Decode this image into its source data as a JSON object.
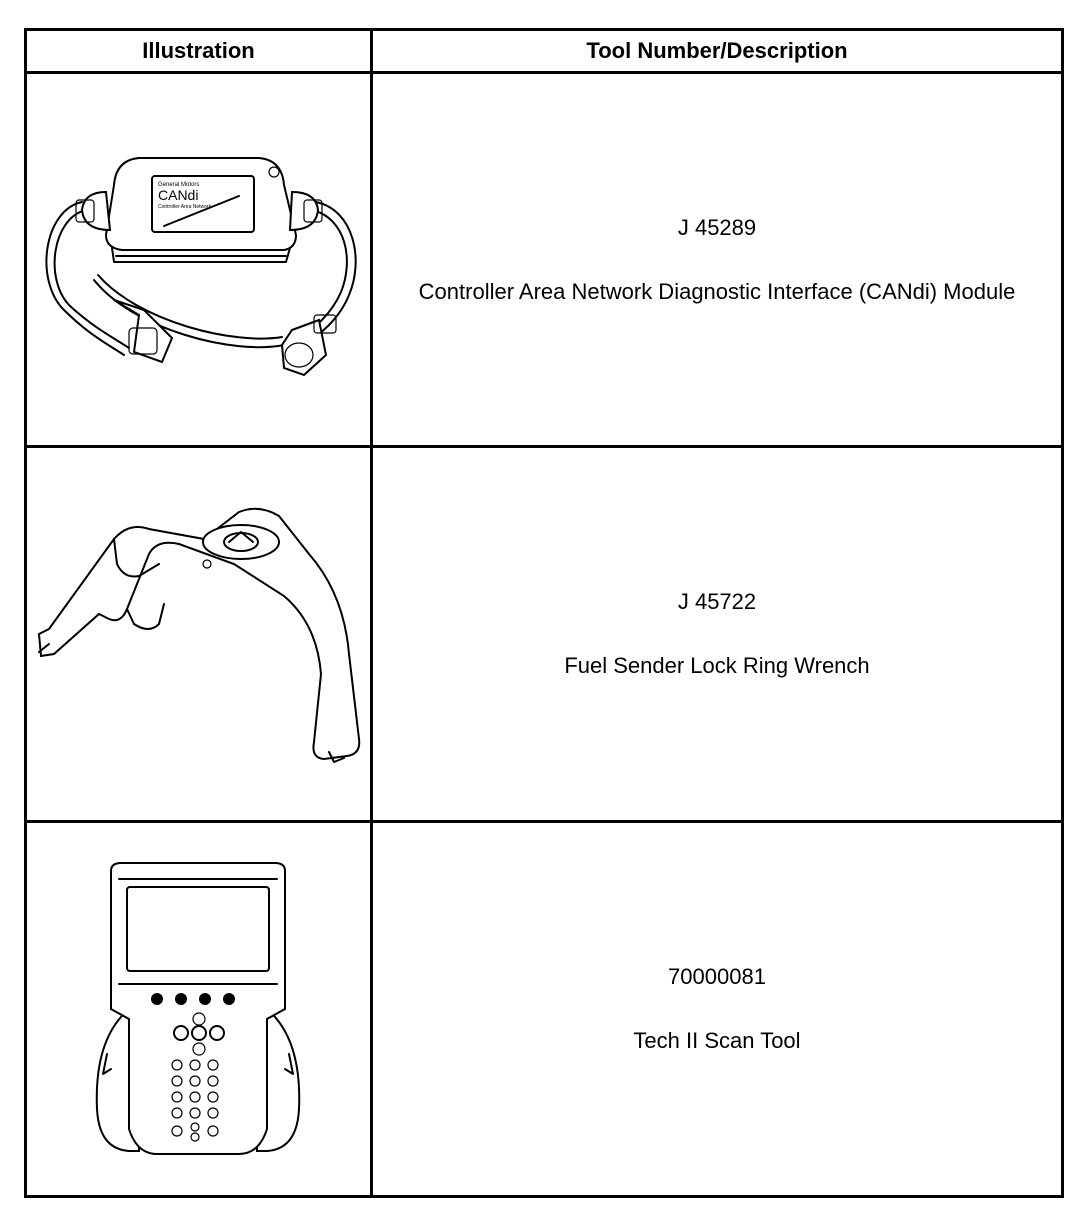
{
  "header": {
    "illustration": "Illustration",
    "description": "Tool Number/Description"
  },
  "rows": [
    {
      "tool_number": "J 45289",
      "description": "Controller Area Network Diagnostic Interface (CANdi) Module",
      "label_brand": "General Motors",
      "label_name": "CANdi",
      "label_sub": "Controller Area Network",
      "icon": "candi-module-icon"
    },
    {
      "tool_number": "J 45722",
      "description": "Fuel Sender Lock Ring Wrench",
      "icon": "lock-ring-wrench-icon"
    },
    {
      "tool_number": "70000081",
      "description": "Tech II Scan Tool",
      "icon": "scan-tool-icon"
    }
  ]
}
